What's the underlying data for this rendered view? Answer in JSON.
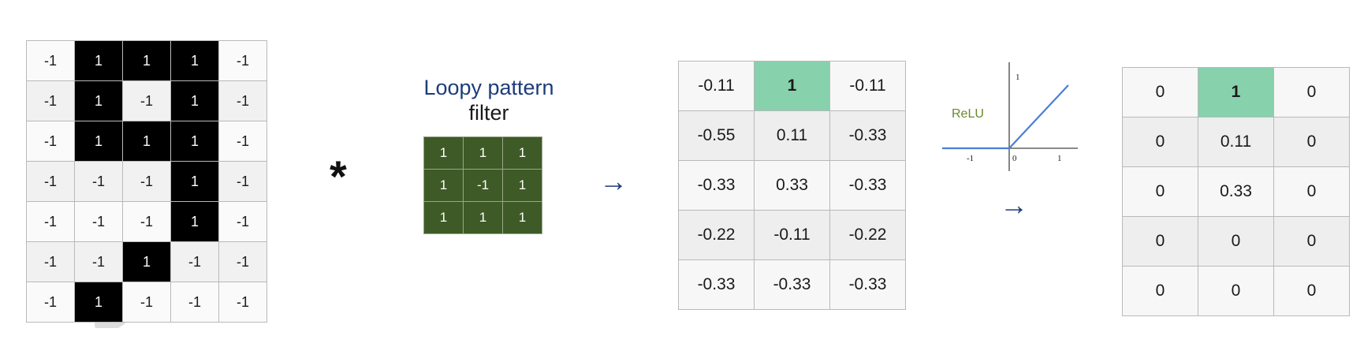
{
  "input": {
    "rows": [
      [
        "-1",
        "1",
        "1",
        "1",
        "-1"
      ],
      [
        "-1",
        "1",
        "-1",
        "1",
        "-1"
      ],
      [
        "-1",
        "1",
        "1",
        "1",
        "-1"
      ],
      [
        "-1",
        "-1",
        "-1",
        "1",
        "-1"
      ],
      [
        "-1",
        "-1",
        "-1",
        "1",
        "-1"
      ],
      [
        "-1",
        "-1",
        "1",
        "-1",
        "-1"
      ],
      [
        "-1",
        "1",
        "-1",
        "-1",
        "-1"
      ]
    ]
  },
  "operator": "*",
  "filter": {
    "title_line1": "Loopy pattern",
    "title_line2": "filter",
    "rows": [
      [
        "1",
        "1",
        "1"
      ],
      [
        "1",
        "-1",
        "1"
      ],
      [
        "1",
        "1",
        "1"
      ]
    ]
  },
  "arrow": "→",
  "feature_map": {
    "rows": [
      [
        "-0.11",
        "1",
        "-0.11"
      ],
      [
        "-0.55",
        "0.11",
        "-0.33"
      ],
      [
        "-0.33",
        "0.33",
        "-0.33"
      ],
      [
        "-0.22",
        "-0.11",
        "-0.22"
      ],
      [
        "-0.33",
        "-0.33",
        "-0.33"
      ]
    ],
    "highlight": [
      0,
      1
    ]
  },
  "relu": {
    "label": "ReLU",
    "y_tick": "1",
    "x_ticks": [
      "-1",
      "0",
      "1"
    ]
  },
  "relu_output": {
    "rows": [
      [
        "0",
        "1",
        "0"
      ],
      [
        "0",
        "0.11",
        "0"
      ],
      [
        "0",
        "0.33",
        "0"
      ],
      [
        "0",
        "0",
        "0"
      ],
      [
        "0",
        "0",
        "0"
      ]
    ],
    "highlight": [
      0,
      1
    ]
  },
  "colors": {
    "title_blue": "#1c3d7a",
    "filter_green": "#3e5a26",
    "highlight_green": "#87d1ad",
    "relu_line": "#4a7fd4",
    "relu_label": "#6b8a2a"
  }
}
